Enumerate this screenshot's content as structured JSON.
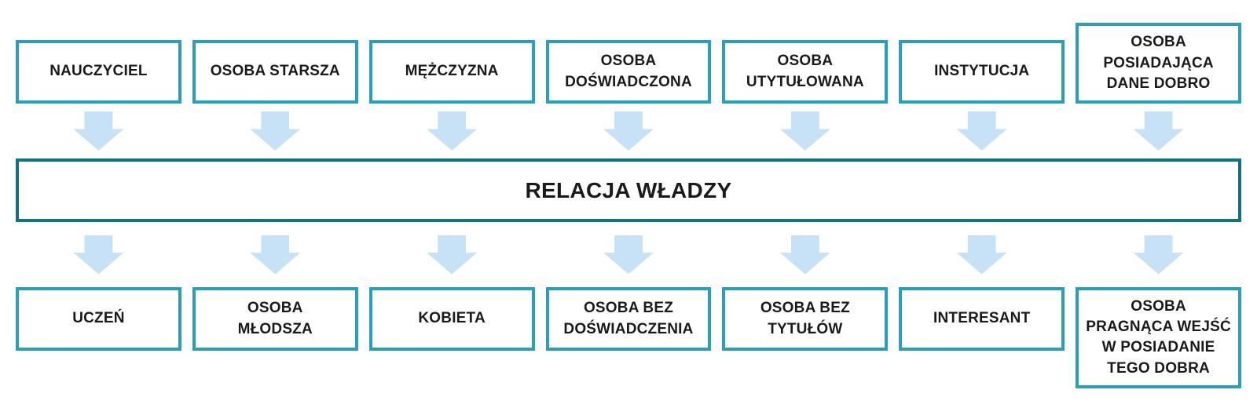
{
  "diagram": {
    "title": "RELACJA WŁADZY",
    "center_label": "RELACJA WŁADZY",
    "top_row": [
      "NAUCZYCIEL",
      "OSOBA STARSZA",
      "MĘŻCZYZNA",
      "OSOBA\nDOŚWIADCZONA",
      "OSOBA\nUTYTUŁOWANA",
      "INSTYTUCJA",
      "OSOBA\nPOSIADAJĄCA\nDANE DOBRO"
    ],
    "bottom_row": [
      "UCZEŃ",
      "OSOBA\nMŁODSZA",
      "KOBIETA",
      "OSOBA BEZ\nDOŚWIADCZENIA",
      "OSOBA BEZ\nTYTUŁÓW",
      "INTERESANT",
      "OSOBA\nPRAGNĄCA WEJŚĆ\nW POSIADANIE\nTEGO DOBRA"
    ],
    "colors": {
      "box_border": "#29A0B8",
      "center_border": "#10737F",
      "arrow_fill": "#C7E2F6",
      "text": "#1A1A1A",
      "background": "#FFFFFF"
    }
  }
}
